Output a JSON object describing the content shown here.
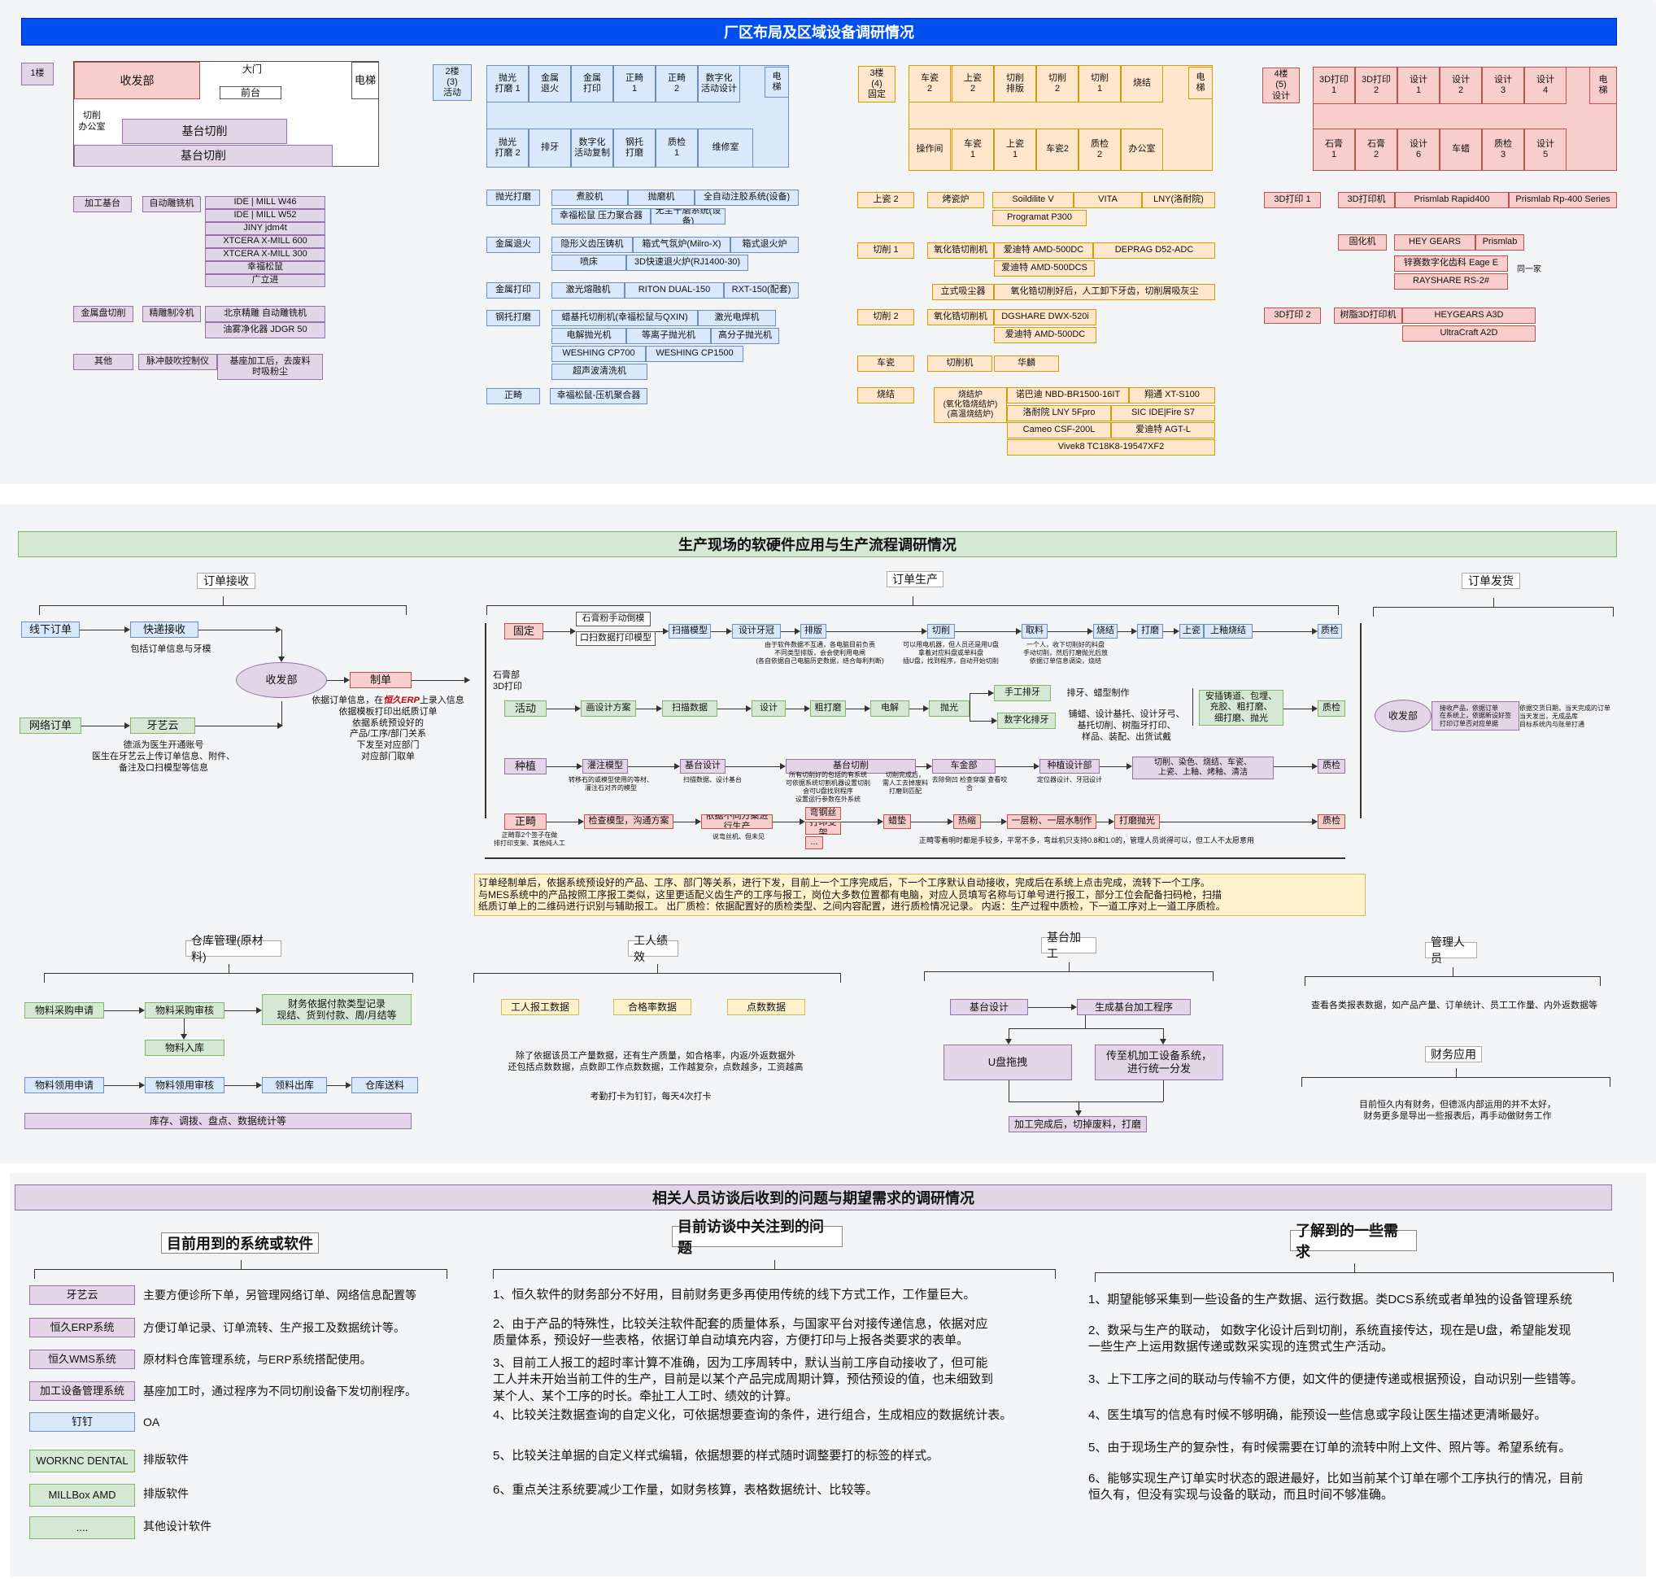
{
  "s1": {
    "title": "厂区布局及区域设备调研情况",
    "f1": {
      "floor": "1楼",
      "rooms": [
        "收发部",
        "大门",
        "前台",
        "电梯",
        "切削\n办公室",
        "基台切削",
        "基台切削"
      ],
      "g1": {
        "label": "加工基台",
        "cat": "自动雕铣机",
        "items": [
          "IDE | MILL W46",
          "IDE | MILL W52",
          "JINY jdm4t",
          "XTCERA  X-MILL  600",
          "XTCERA  X-MILL  300",
          "幸福松鼠",
          "广立进"
        ]
      },
      "g2": {
        "label": "金属盘切削",
        "cat": "精雕制冷机",
        "items": [
          "北京精雕 自动雕铣机",
          "油雾净化器    JDGR 50"
        ]
      },
      "g3": {
        "label": "其他",
        "cat": "脉冲鼓吹控制仪",
        "items": [
          "基座加工后，去废料\n时吸粉尘"
        ]
      }
    },
    "f2": {
      "floor": "2楼\n(3)\n活动",
      "rooms": [
        "抛光\n打磨 1",
        "金属\n退火",
        "金属\n打印",
        "正畸\n1",
        "正畸\n2",
        "数字化\n活动设计",
        "电\n梯",
        "抛光\n打磨 2",
        "排牙",
        "数字化\n活动复制",
        "钢托\n打磨",
        "质检\n1",
        "维修室"
      ],
      "g1": {
        "label": "抛光打磨",
        "items": [
          "煮胶机",
          "抛磨机",
          "全自动注胶系统(设备)",
          "幸福松鼠 压力聚合器",
          "无尘干磨系统(设备)"
        ]
      },
      "g2": {
        "label": "金属退火",
        "items": [
          "隐形义齿压铸机",
          "箱式气氛炉(Milro-X)",
          "箱式退火炉",
          "喷床",
          "3D快速退火炉(RJ1400-30)"
        ]
      },
      "g3": {
        "label": "金属打印",
        "items": [
          "激光熔融机",
          "RITON  DUAL-150",
          "RXT-150(配套)"
        ]
      },
      "g4": {
        "label": "钢托打磨",
        "items": [
          "蜡基托切削机(幸福松鼠与QXIN)",
          "激光电焊机",
          "电解抛光机",
          "等离子抛光机",
          "高分子抛光机",
          "WESHING CP700",
          "WESHING CP1500",
          "超声波清洗机"
        ]
      },
      "g5": {
        "label": "正畸",
        "items": [
          "幸福松鼠-压机聚合器"
        ]
      }
    },
    "f3": {
      "floor": "3楼\n(4)\n固定",
      "rooms": [
        "车瓷\n2",
        "上瓷\n2",
        "切削\n排版",
        "切削\n2",
        "切削\n1",
        "烧结",
        "电\n梯",
        "操作间",
        "车瓷\n1",
        "上瓷\n1",
        "车瓷2",
        "质检\n2",
        "办公室"
      ],
      "g1": {
        "label": "上瓷 2",
        "cat": "烤瓷炉",
        "items": [
          "Soildilite V",
          "VITA",
          "LNY(洛耐院)",
          "Programat P300"
        ]
      },
      "g2": {
        "label": "切削 1",
        "cat": "氧化锆切削机",
        "items": [
          "爱迪特 AMD-500DC",
          "DEPRAG D52-ADC",
          "爱迪特 AMD-500DCS"
        ],
        "cat2": "立式吸尘器",
        "note": "氧化锆切削好后，人工卸下牙齿，切削屑吸灰尘"
      },
      "g3": {
        "label": "切削 2",
        "cat": "氧化锆切削机",
        "items": [
          "DGSHARE  DWX-520i",
          "爱迪特 AMD-500DC"
        ]
      },
      "g4": {
        "label": "车瓷",
        "cat": "切削机",
        "items": [
          "华麟"
        ]
      },
      "g5": {
        "label": "烧结",
        "cat": "烧结炉\n(氧化锆烧结炉)\n(高温烧结炉)",
        "items": [
          "诺巴迪 NBD-BR1500-16IT",
          "翔通 XT-S100",
          "洛耐院 LNY 5Fpro",
          "SIC IDE|Fire S7",
          "Cameo CSF-200L",
          "爱迪特  AGT-L",
          "Vivek8 TC18K8-19547XF2"
        ]
      }
    },
    "f4": {
      "floor": "4楼\n(5)\n设计",
      "rooms": [
        "3D打印\n1",
        "3D打印\n2",
        "设计\n1",
        "设计\n2",
        "设计\n3",
        "设计\n4",
        "电\n梯",
        "石膏\n1",
        "石膏\n2",
        "设计\n6",
        "车蜡",
        "质检\n3",
        "设计\n5"
      ],
      "g1": {
        "label": "3D打印 1",
        "cat": "3D打印机",
        "items": [
          "Prismlab Rapid400",
          "Prismlab Rp-400 Series"
        ],
        "cat2": "固化机",
        "items2": [
          "HEY GEARS",
          "Prismlab",
          "锌赛数字化齿科  Eage E",
          "RAYSHARE RS-2#"
        ],
        "note": "同一家"
      },
      "g2": {
        "label": "3D打印 2",
        "cat": "树脂3D打印机",
        "items": [
          "HEYGEARS  A3D",
          "UltraCraft A2D"
        ]
      }
    }
  },
  "s2": {
    "title": "生产现场的软硬件应用与生产流程调研情况",
    "recv": {
      "title": "订单接收",
      "b": [
        "线下订单",
        "快递接收",
        "网络订单",
        "牙艺云",
        "收发部",
        "制单"
      ],
      "t1": "包括订单信息与牙模",
      "t2": "德派为医生开通账号\n医生在牙艺云上传订单信息、附件、\n备注及口扫模型等信息",
      "t3a": "依据订单信息，在",
      "t3b": "恒久ERP",
      "t3c": "上录入信息\n依据模板打印出纸质订单\n依据系统预设好的\n产品/工序/部门关系\n下发至对应部门\n对应部门取单"
    },
    "prod": {
      "title": "订单生产",
      "side": "石膏部\n3D打印",
      "r1": [
        "固定",
        "石膏粉手动倒模",
        "口扫数据打印模型",
        "扫描模型",
        "设计牙冠",
        "排版",
        "切削",
        "取料",
        "烧结",
        "打磨",
        "上瓷",
        "上釉烧结",
        "质检"
      ],
      "r1n": [
        "由于软件数据不互通，各电脑目前负责\n不同类型排版，会会使利用电闸\n(各自依据自己电脑历史数据，结合每利判断)",
        "可以用电机器，但人员还是用U盘\n拿着对应料盘或单料盘\n插U盘，找到程序，自动开始切削",
        "一个人，收下切削好的料盘\n手动切削，然后打磨抛光后放\n依据订单信息调染，烧结"
      ],
      "r2": [
        "活动",
        "画设计方案",
        "扫描数据",
        "设计",
        "粗打磨",
        "电解",
        "抛光",
        "手工排牙",
        "数字化排牙",
        "安插铸道、包埋、\n充胶、粗打磨、\n细打磨、抛光",
        "质检"
      ],
      "r2n": [
        "排牙、蜡型制作",
        "铺蜡、设计基托、设计牙弓、\n基托切削、树脂牙打印、\n样品、装配、出货试戴"
      ],
      "r3": [
        "种植",
        "灌注模型",
        "基台设计",
        "基台切削",
        "车金部",
        "种植设计部",
        "切削、染色、烧结、车瓷、\n上瓷、上釉、烤釉、清洁",
        "质检"
      ],
      "r3n": [
        "转移石的或模型使用的等材、\n灌注石对齐的模型",
        "扫描数据、设计基台",
        "所有切削好的包括的有系统\n可依据系统切割机器设置切削\n会可U盘找到程序\n设置运行参数在外系统",
        "切削完成后，\n需人工去掉废料\n打磨到匹配",
        "去除倒凹 检查穿龈 查看咬合",
        "定位器设计、牙冠设计"
      ],
      "r4": [
        "正畸",
        "检查模型，沟通方案",
        "依据不同方案进行生产",
        "弯钢丝",
        "打印支架",
        "...",
        "蜡垫",
        "热缩",
        "一层粉、一层水制作",
        "打磨抛光",
        "质检"
      ],
      "r4n": [
        "正畸靠2个签子在做\n排打印支架、其他纯人工",
        "说弯丝机、但未见",
        "正畸零看明时都是手较多，平常不多，弯丝机只支持0.8和1.0的，管理人员说得可以，但工人不太愿意用"
      ],
      "note": "订单经制单后，依据系统预设好的产品、工序、部门等关系，进行下发，目前上一个工序完成后，下一个工序默认自动接收，完成后在系统上点击完成，流转下一个工序。\n与MES系统中的产品按照工序报工类似，这里更适配义齿生产的工序与报工，岗位大多数位置都有电脑，对应人员填写名称与订单号进行报工，部分工位会配备扫码枪，扫描\n纸质订单上的二维码进行识别与辅助报工。     出厂质检：依据配置好的质检类型、之间内容配置，进行质检情况记录。     内返：生产过程中质检，下一道工序对上一道工序质检。"
    },
    "ship": {
      "title": "订单发货",
      "b": "收发部",
      "n1": "接收产品，依据订单\n在系统上，依据新设好签\n打印订单否对应单据",
      "n2": "依据交货日期，当天完成的订单\n当天发出，无成品库\n目标系统内与账单打通"
    },
    "wh": {
      "title": "仓库管理(原材料)",
      "b": [
        "物料采购申请",
        "物料采购审核",
        "财务依据付款类型记录\n现结、货到付款、周/月结等",
        "物料入库",
        "物料领用申请",
        "物料领用审核",
        "领料出库",
        "仓库送料",
        "库存、调拨、盘点、数据统计等"
      ]
    },
    "perf": {
      "title": "工人绩效",
      "b": [
        "工人报工数据",
        "合格率数据",
        "点数数据"
      ],
      "n1": "除了依据该员工产量数据，还有生产质量，如合格率，内返/外返数据外\n还包括点数数据，点数即工作点数数据，工作越复杂，点数越多，工资越高",
      "n2": "考勤打卡为钉钉，每天4次打卡"
    },
    "abut": {
      "title": "基台加工",
      "b": [
        "基台设计",
        "生成基台加工程序",
        "U盘拖拽",
        "传至机加工设备系统，\n进行统一分发",
        "加工完成后，切掉废料，打磨"
      ]
    },
    "mgr": {
      "title": "管理人员",
      "n": "查看各类报表数据，如产品产量、订单统计、员工工作量、内外返数据等"
    },
    "fin": {
      "title": "财务应用",
      "n": "目前恒久内有财务，但德派内部运用的并不太好，\n财务更多是导出一些报表后，再手动做财务工作"
    }
  },
  "s3": {
    "title": "相关人员访谈后收到的问题与期望需求的调研情况",
    "c1": {
      "title": "目前用到的系统或软件",
      "rows": [
        [
          "牙艺云",
          "主要方便诊所下单，另管理网络订单、网络信息配置等"
        ],
        [
          "恒久ERP系统",
          "方便订单记录、订单流转、生产报工及数据统计等。"
        ],
        [
          "恒久WMS系统",
          "原材料仓库管理系统，与ERP系统搭配使用。"
        ],
        [
          "加工设备管理系统",
          "基座加工时，通过程序为不同切削设备下发切削程序。"
        ],
        [
          "钉钉",
          "OA"
        ],
        [
          "WORKNC DENTAL",
          "排版软件"
        ],
        [
          "MILLBox AMD",
          "排版软件"
        ],
        [
          "....",
          "其他设计软件"
        ]
      ]
    },
    "c2": {
      "title": "目前访谈中关注到的问题",
      "items": [
        "1、恒久软件的财务部分不好用，目前财务更多再使用传统的线下方式工作，工作量巨大。",
        "2、由于产品的特殊性，比较关注软件配套的质量体系，与国家平台对接传递信息，依据对应\n质量体系，预设好一些表格，依据订单自动填充内容，方便打印与上报各类要求的表单。",
        "3、目前工人报工的超时率计算不准确，因为工序周转中，默认当前工序自动接收了，但可能\n工人并未开始当前工件的生产，目前是以某个产品完成周期计算，预估预设的值，也未细致到\n某个人、某个工序的时长。牵扯工人工时、绩效的计算。",
        "4、比较关注数据查询的自定义化，可依据想要查询的条件，进行组合，生成相应的数据统计表。",
        "5、比较关注单据的自定义样式编辑，依据想要的样式随时调整要打的标签的样式。",
        "6、重点关注系统要减少工作量，如财务核算，表格数据统计、比较等。"
      ]
    },
    "c3": {
      "title": "了解到的一些需求",
      "items": [
        "1、期望能够采集到一些设备的生产数据、运行数据。类DCS系统或者单独的设备管理系统",
        "2、数采与生产的联动，  如数字化设计后到切削，系统直接传达，现在是U盘，希望能发现\n一些生产上运用数据传递或数采实现的连贯式生产活动。",
        "3、上下工序之间的联动与传输不方便，如文件的便捷传递或根据预设，自动识别一些错等。",
        "4、医生填写的信息有时候不够明确，能预设一些信息或字段让医生描述更清晰最好。",
        "5、由于现场生产的复杂性，有时候需要在订单的流转中附上文件、照片等。希望系统有。",
        "6、能够实现生产订单实时状态的跟进最好，比如当前某个订单在哪个工序执行的情况，目前\n恒久有，但没有实现与设备的联动，而且时间不够准确。"
      ]
    }
  }
}
